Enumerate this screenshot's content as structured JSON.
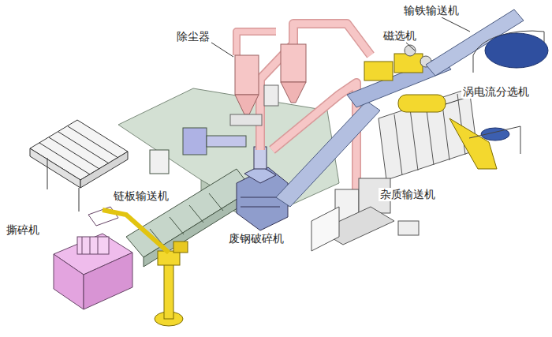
{
  "diagram": {
    "labels": [
      "输铁输送机",
      "除尘器",
      "磁选机",
      "涡电流分选机",
      "杂质输送机",
      "链板输送机",
      "撕碎机",
      "废钢破碎机"
    ]
  }
}
